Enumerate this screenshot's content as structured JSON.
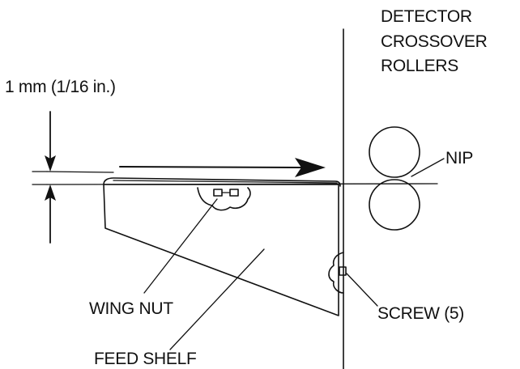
{
  "diagram": {
    "labels": {
      "detector_line1": "DETECTOR",
      "detector_line2": "CROSSOVER",
      "detector_line3": "ROLLERS",
      "nip": "NIP",
      "gap": "1 mm (1/16 in.)",
      "wing_nut": "WING NUT",
      "screw": "SCREW (5)",
      "feed_shelf": "FEED SHELF"
    },
    "icons": {
      "rollers": "circle",
      "feed_direction": "arrow-right-icon",
      "dimension": "dimension-arrows-icon"
    },
    "colors": {
      "ink": "#111111",
      "background": "#ffffff"
    }
  }
}
